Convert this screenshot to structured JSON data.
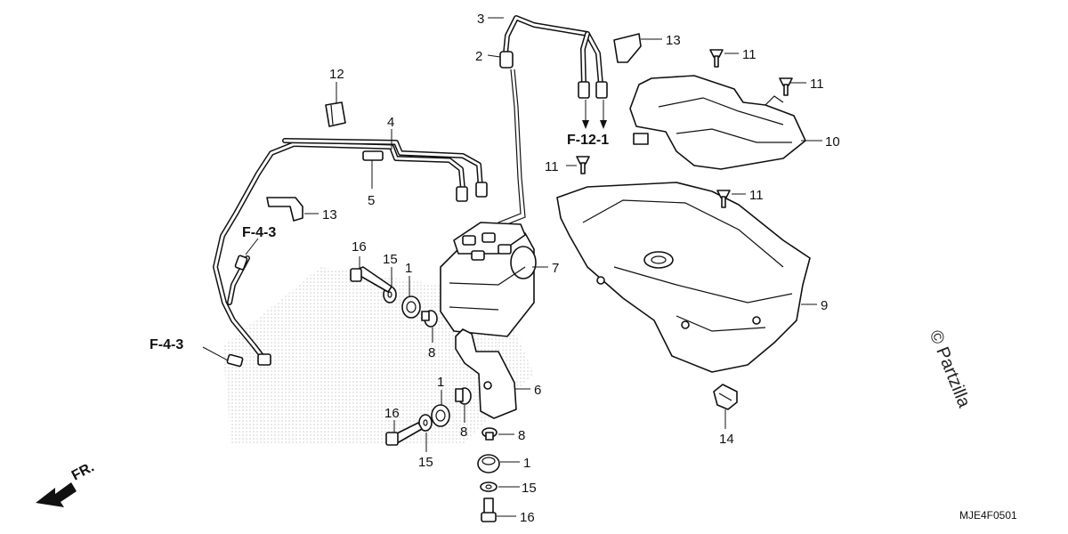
{
  "diagram": {
    "code": "MJE4F0501",
    "watermark": "© Partzilla",
    "direction_label": "FR.",
    "callouts": {
      "c1a": "1",
      "c1b": "1",
      "c1c": "1",
      "c2": "2",
      "c3": "3",
      "c4": "4",
      "c5": "5",
      "c6": "6",
      "c7": "7",
      "c8a": "8",
      "c8b": "8",
      "c8c": "8",
      "c9": "9",
      "c10": "10",
      "c11a": "11",
      "c11b": "11",
      "c11c": "11",
      "c11d": "11",
      "c12": "12",
      "c13a": "13",
      "c13b": "13",
      "c14": "14",
      "c15a": "15",
      "c15b": "15",
      "c15c": "15",
      "c16a": "16",
      "c16b": "16",
      "c16c": "16"
    },
    "references": {
      "f43_upper": "F-4-3",
      "f43_lower": "F-4-3",
      "f121": "F-12-1"
    }
  }
}
